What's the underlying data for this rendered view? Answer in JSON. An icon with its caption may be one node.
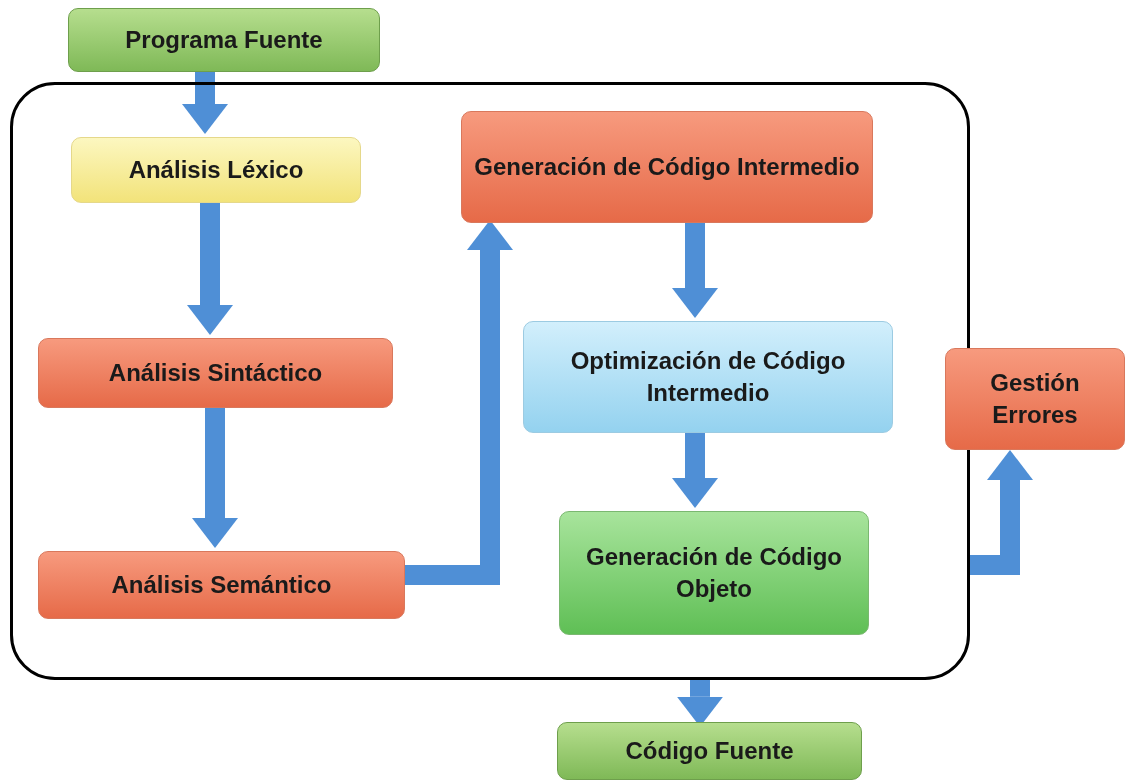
{
  "diagram": {
    "nodes": [
      {
        "text": [
          "Programa Fuente"
        ]
      },
      {
        "text": [],
        "shape": "box"
      },
      {
        "text": [
          "Análisis Léxico"
        ],
        "in": 1
      },
      {
        "text": [
          "Análisis Sintáctico"
        ],
        "in": 1
      },
      {
        "text": [
          "Análisis Semántico"
        ],
        "in": 1
      },
      {
        "text": [
          "Generación de Código Intermedio"
        ],
        "in": 1
      },
      {
        "text": [
          "Optimización de Código Intermedio"
        ],
        "in": 1
      },
      {
        "text": [
          "Generación de Código Objeto"
        ],
        "in": 1
      },
      {
        "text": [
          "Gestión Errores"
        ]
      },
      {
        "text": [
          "Código Fuente"
        ]
      }
    ],
    "edges": [
      {
        "from": 0,
        "to": 2,
        "arrow": "to"
      },
      {
        "from": 2,
        "to": 3,
        "arrow": "to"
      },
      {
        "from": 3,
        "to": 4,
        "arrow": "to"
      },
      {
        "from": 4,
        "to": 5,
        "arrow": "to"
      },
      {
        "from": 5,
        "to": 6,
        "arrow": "to"
      },
      {
        "from": 6,
        "to": 7,
        "arrow": "to"
      },
      {
        "from": 1,
        "to": 8,
        "arrow": "to"
      },
      {
        "from": 1,
        "to": 9,
        "arrow": "to"
      }
    ]
  }
}
